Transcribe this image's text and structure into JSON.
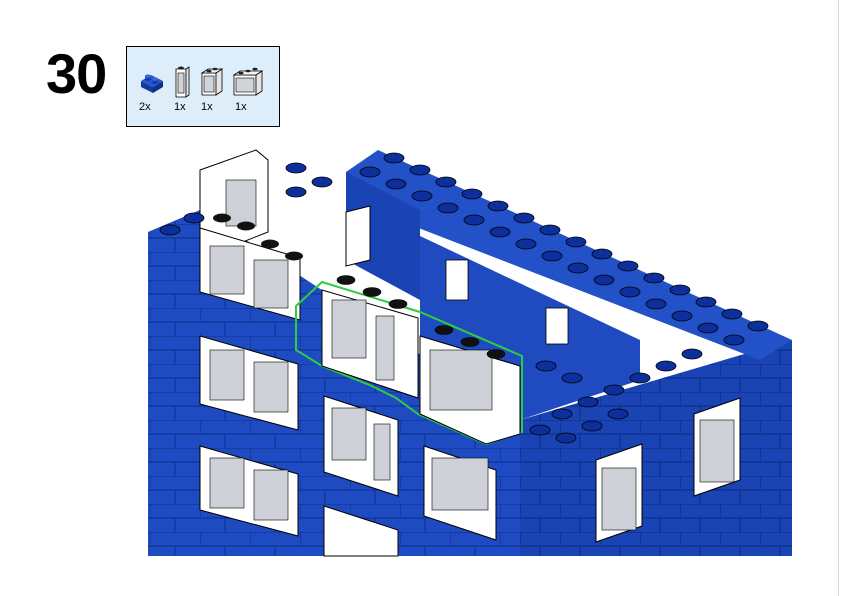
{
  "step": {
    "number": "30"
  },
  "parts_list": {
    "background": "#ddeefa",
    "items": [
      {
        "icon": "blue-brick-1x2-icon",
        "qty": "2x",
        "color": "#1847b8"
      },
      {
        "icon": "white-window-1x1x2-icon",
        "qty": "1x",
        "color": "#ffffff"
      },
      {
        "icon": "white-window-1x2x2-icon",
        "qty": "1x",
        "color": "#ffffff"
      },
      {
        "icon": "white-window-1x3x2-icon",
        "qty": "1x",
        "color": "#ffffff"
      }
    ]
  },
  "model": {
    "brick_color": "#1e4bc2",
    "stud_color": "#0c2f9c",
    "window_frame_color": "#ffffff",
    "window_glass_color": "#c9ccd2",
    "highlight_color": "#2ecc40"
  }
}
